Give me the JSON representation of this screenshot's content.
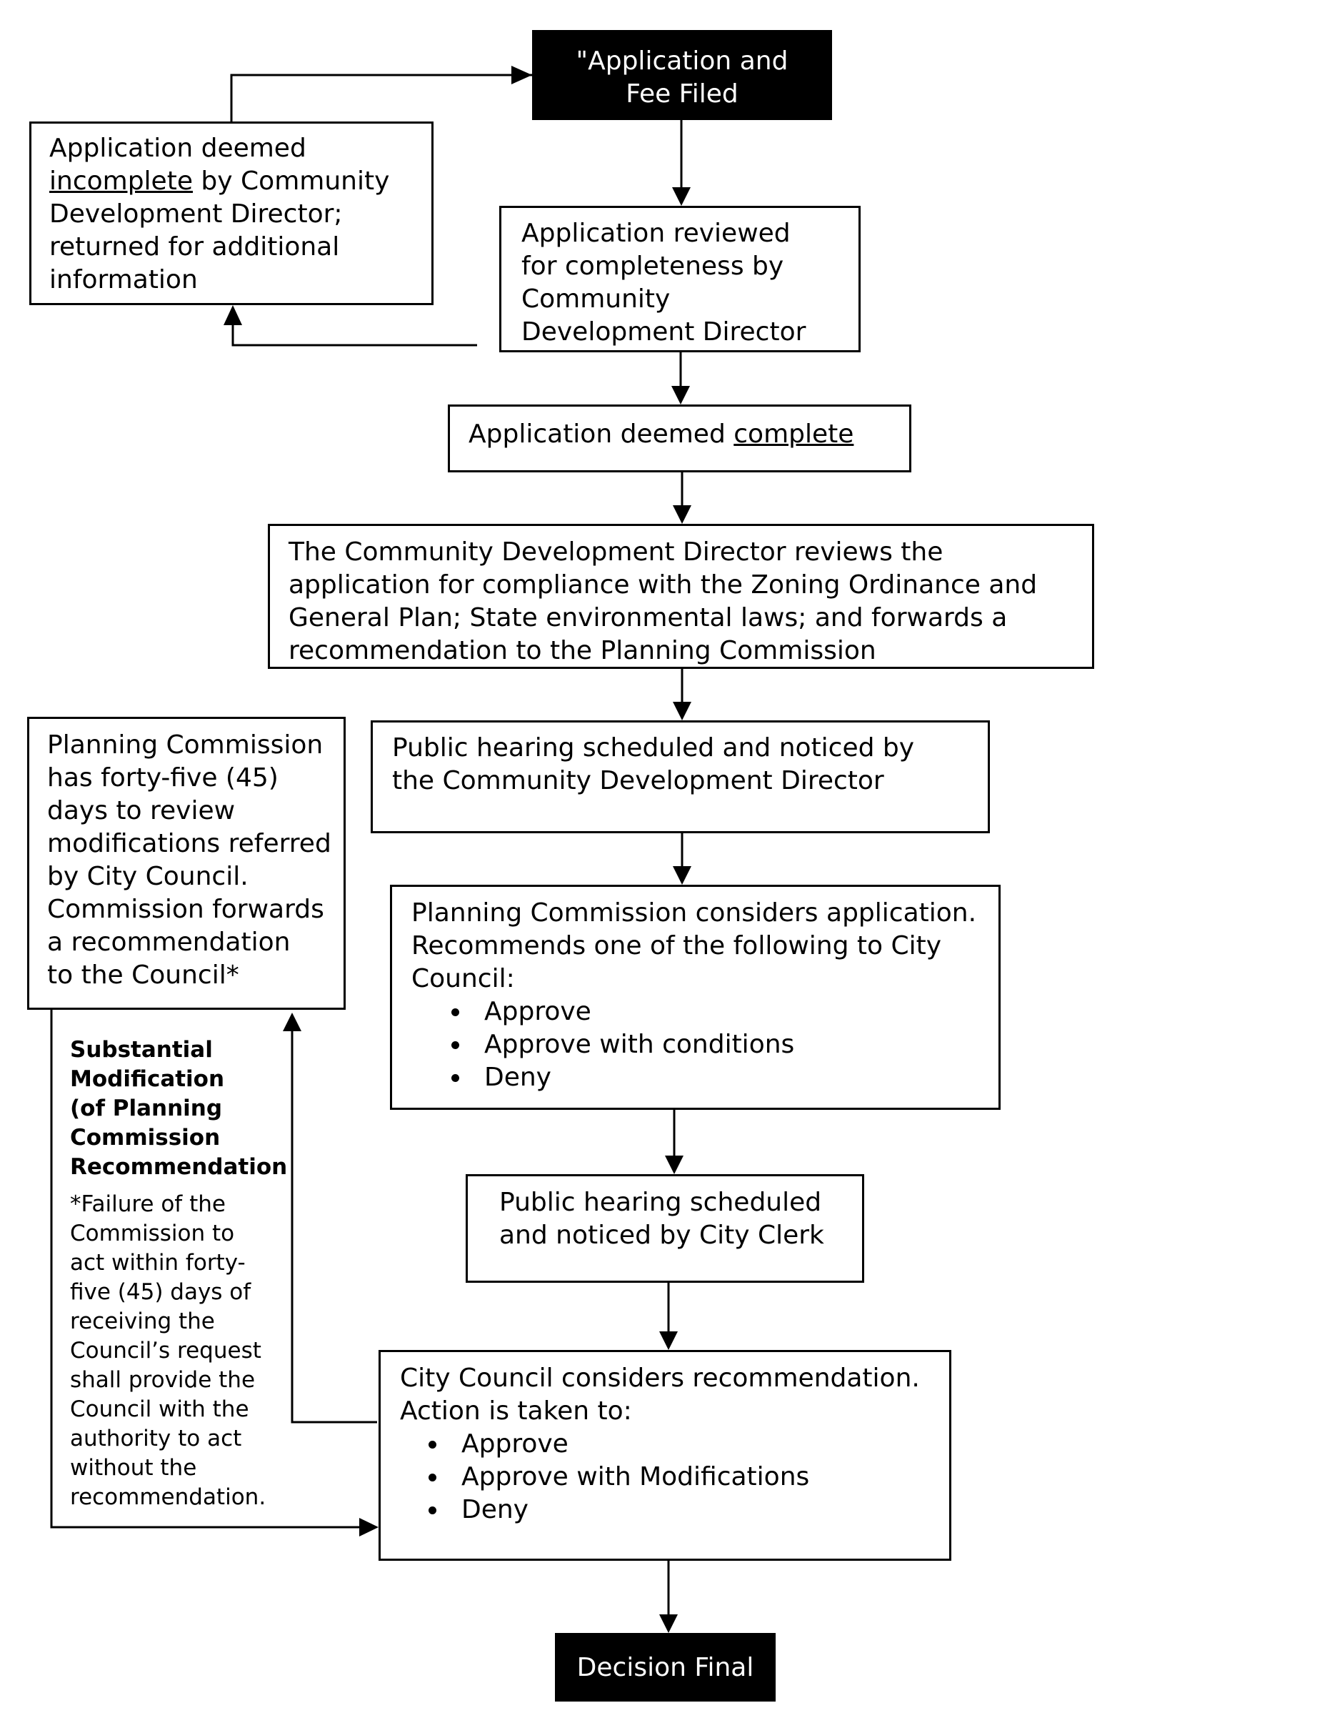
{
  "colors": {
    "ink": "#000000",
    "paper": "#ffffff"
  },
  "boxes": {
    "app_filed": {
      "lines": [
        "\"Application and",
        "Fee Filed"
      ]
    },
    "incomplete": {
      "line1": "Application deemed",
      "line2_underlined": "incomplete",
      "line2_rest": " by Community",
      "line3": "Development  Director;",
      "line4": "returned for additional",
      "line5": "information"
    },
    "reviewed": {
      "lines": [
        "Application reviewed",
        "for completeness by",
        "Community",
        "Development Director"
      ]
    },
    "complete": {
      "text": "Application deemed ",
      "underlined": "complete"
    },
    "director_reviews": {
      "lines": [
        "The Community Development Director reviews the",
        "application for compliance with the Zoning Ordinance and",
        "General Plan; State environmental laws; and forwards a",
        "recommendation to the Planning Commission"
      ]
    },
    "pc_review": {
      "lines": [
        "Planning Commission",
        "has forty-five (45)",
        "days to review",
        "modifications referred",
        "by City Council.",
        "Commission forwards",
        "a recommendation",
        "to the Council*"
      ]
    },
    "hearing_director": {
      "lines": [
        "Public hearing scheduled and noticed by",
        "the Community Development Director"
      ]
    },
    "pc_considers": {
      "lines": [
        "Planning Commission considers application.",
        "Recommends one of the following to City",
        "Council:"
      ],
      "options": [
        "Approve",
        "Approve with conditions",
        "Deny"
      ]
    },
    "hearing_clerk": {
      "lines": [
        "Public hearing scheduled",
        "and noticed by City Clerk"
      ]
    },
    "council_considers": {
      "lines": [
        "City Council considers recommendation.",
        "Action is taken to:"
      ],
      "options": [
        "Approve",
        "Approve with Modifications",
        "Deny"
      ]
    },
    "decision_final": {
      "text": "Decision Final"
    }
  },
  "side_label": {
    "bold_lines": [
      "Substantial",
      "Modification",
      "(of Planning",
      "Commission",
      "Recommendation"
    ],
    "note_lines": [
      "*Failure of the",
      "Commission to",
      "act within forty-",
      "five (45) days of",
      "receiving the",
      "Council’s request",
      "shall provide the",
      "Council with the",
      "authority to act",
      "without the",
      "recommendation."
    ]
  }
}
